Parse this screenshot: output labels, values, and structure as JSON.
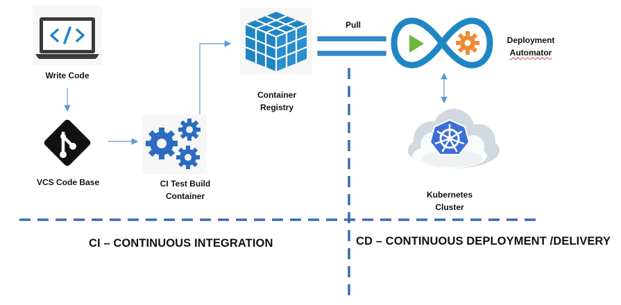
{
  "nodes": {
    "write_code": {
      "label": "Write Code",
      "icon": "laptop-code-icon"
    },
    "vcs": {
      "label": "VCS Code Base",
      "icon": "git-icon"
    },
    "ci_build": {
      "label_line1": "CI Test Build",
      "label_line2": "Container",
      "icon": "gears-icon"
    },
    "registry": {
      "label_line1": "Container",
      "label_line2": "Registry",
      "icon": "cubes-icon"
    },
    "automator": {
      "label_line1": "Deployment",
      "label_line2": "Automator",
      "icon": "infinity-loop-icon"
    },
    "kubernetes": {
      "label_line1": "Kubernetes",
      "label_line2": "Cluster",
      "icon": "kubernetes-cloud-icon"
    }
  },
  "edges": {
    "pull_label": "Pull"
  },
  "sections": {
    "ci": "CI – CONTINUOUS INTEGRATION",
    "cd": "CD – CONTINUOUS DEPLOYMENT /DELIVERY"
  },
  "colors": {
    "accent_blue": "#1f86c4",
    "dashed_blue": "#3a69b8",
    "gear_blue": "#2b6cc0",
    "k8s_blue": "#3c6fd6",
    "play_green": "#6fb63a",
    "gear_orange": "#f08a2e",
    "arrow_blue": "#5a9ad6"
  }
}
